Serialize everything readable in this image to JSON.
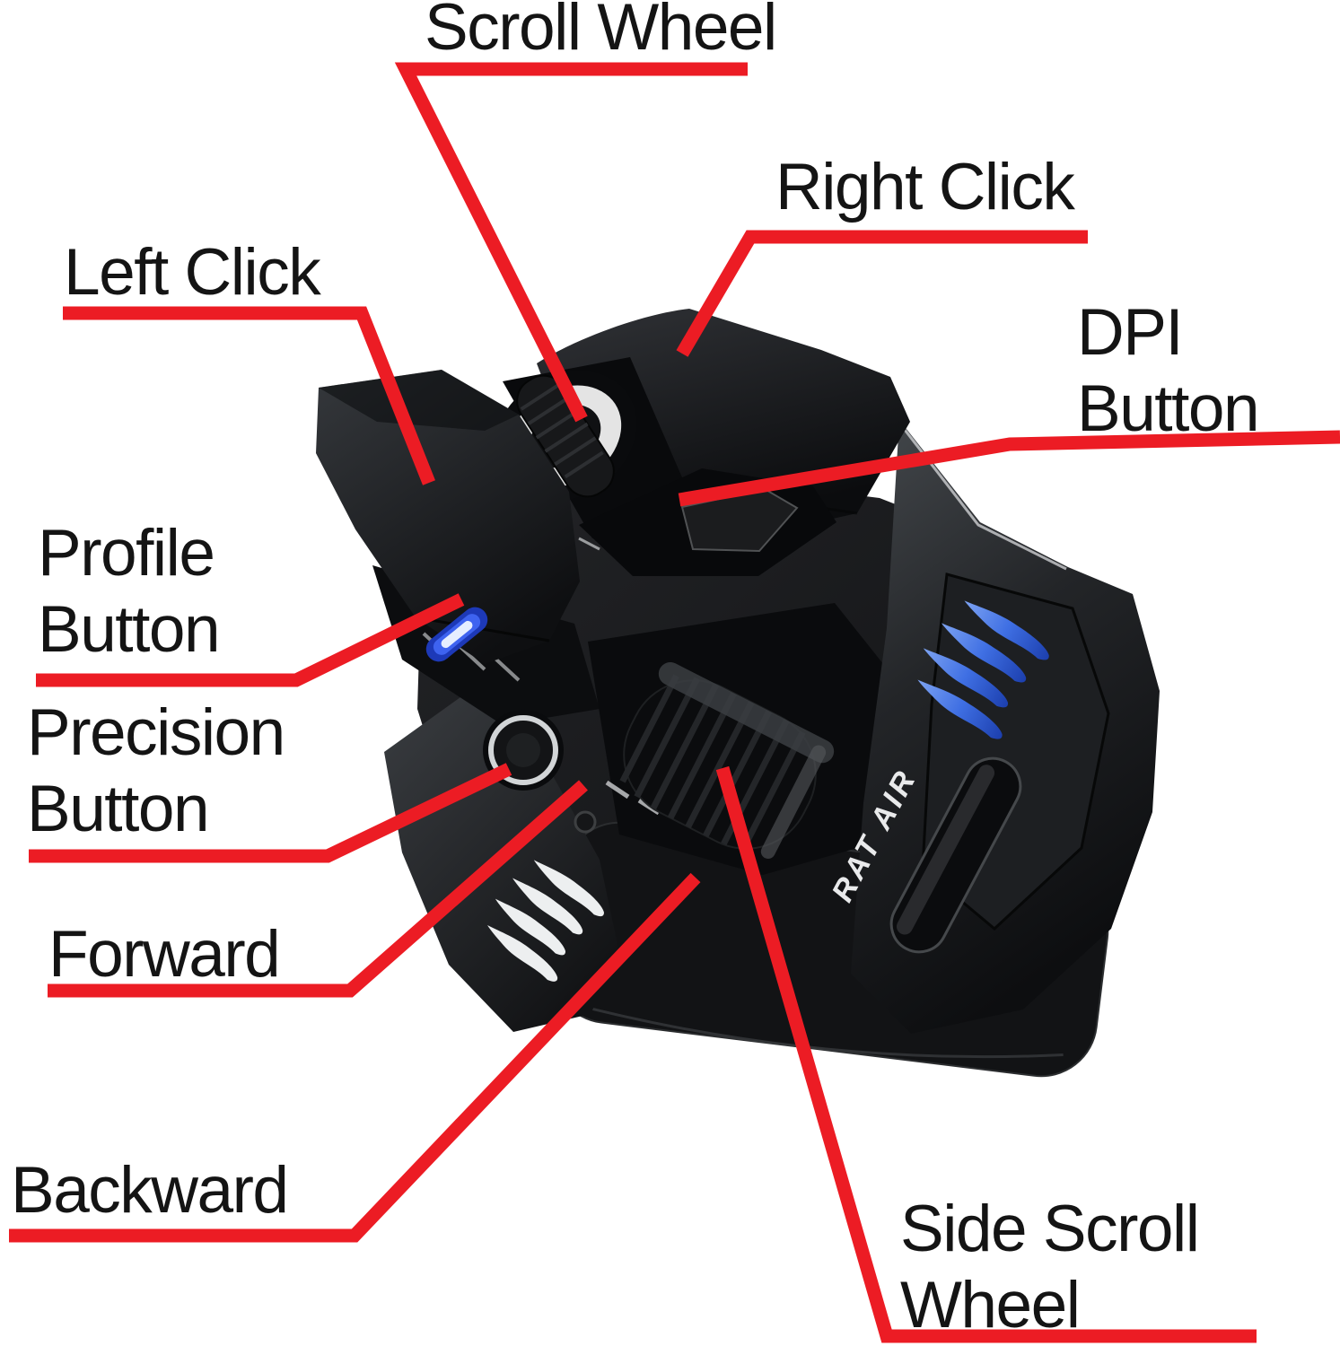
{
  "page": {
    "background_color": "#ffffff",
    "text_color": "#141414",
    "callout_color": "#EC1C24",
    "led_blue": "#3E63F0"
  },
  "mouse": {
    "brand": "RAT AIR",
    "body_color": "#141517"
  },
  "labels": {
    "scroll_wheel": {
      "line1": "Scroll Wheel",
      "target": "scroll-wheel"
    },
    "right_click": {
      "line1": "Right Click",
      "target": "right-click-button"
    },
    "left_click": {
      "line1": "Left Click",
      "target": "left-click-button"
    },
    "dpi": {
      "line1": "DPI",
      "line2": "Button",
      "target": "dpi-button"
    },
    "profile": {
      "line1": "Profile",
      "line2": "Button",
      "target": "profile-button"
    },
    "precision": {
      "line1": "Precision",
      "line2": "Button",
      "target": "precision-button"
    },
    "forward": {
      "line1": "Forward",
      "target": "forward-button"
    },
    "backward": {
      "line1": "Backward",
      "target": "backward-button"
    },
    "side_scroll": {
      "line1": "Side Scroll",
      "line2": "Wheel",
      "target": "side-scroll-wheel"
    }
  }
}
